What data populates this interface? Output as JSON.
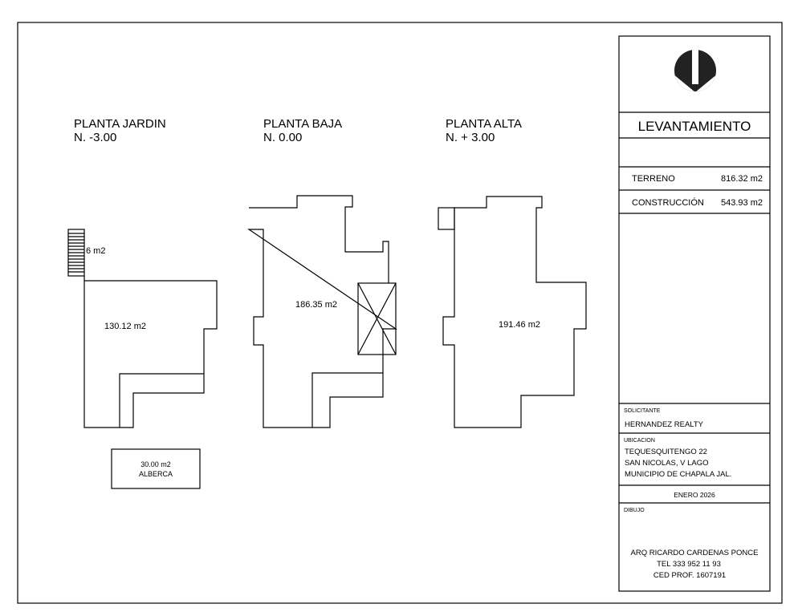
{
  "plans": [
    {
      "title": "PLANTA JARDIN",
      "level": "N. -3.00",
      "area": "130.12 m2",
      "extra_area": "6 m2"
    },
    {
      "title": "PLANTA  BAJA",
      "level": "N.  0.00",
      "area": "186.35 m2"
    },
    {
      "title": "PLANTA ALTA",
      "level": "N. + 3.00",
      "area": "191.46 m2"
    }
  ],
  "pool": {
    "area": "30.00 m2",
    "label": "ALBERCA"
  },
  "title_block": {
    "logo": "chevron-circle-logo",
    "title": "LEVANTAMIENTO",
    "terreno_label": "TERRENO",
    "terreno_value": "816.32 m2",
    "construccion_label": "CONSTRUCCIÓN",
    "construccion_value": "543.93 m2",
    "solicitante_label": "SOLICITANTE",
    "solicitante": "HERNANDEZ REALTY",
    "ubicacion_label": "UBICACION",
    "ubicacion_lines": [
      "TEQUESQUITENGO 22",
      "SAN NICOLAS, V LAGO",
      "MUNICIPIO DE CHAPALA JAL."
    ],
    "date": "ENERO 2026",
    "dibujo_label": "DIBUJO",
    "author": "ARQ RICARDO CARDENAS PONCE",
    "tel": "TEL  333 952 11 93",
    "ced": "CED PROF. 1607191"
  }
}
